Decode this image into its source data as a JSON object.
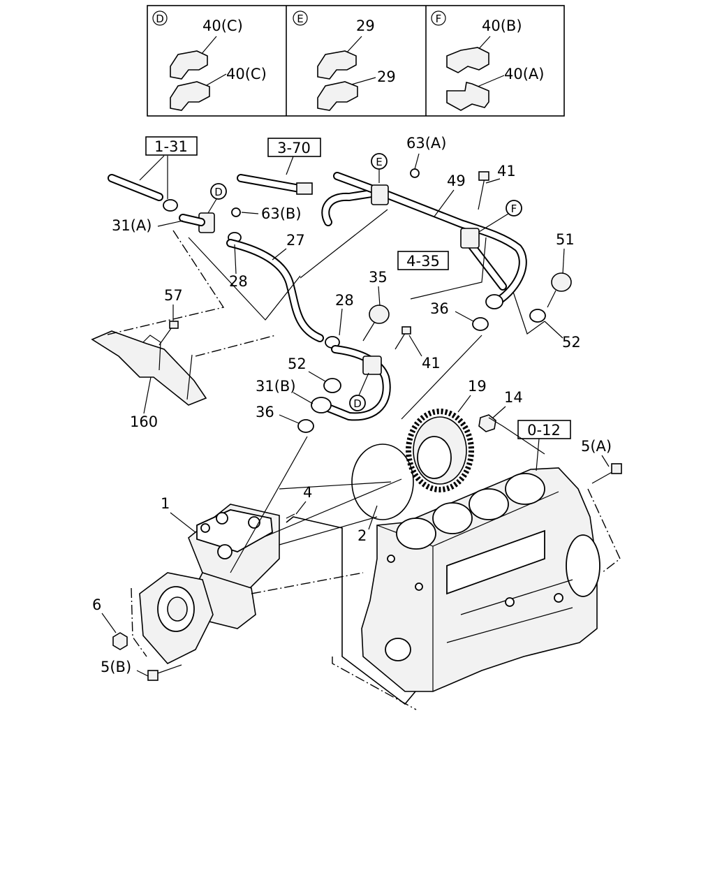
{
  "inset_panels": [
    {
      "letter": "D",
      "labels": [
        "40(C)",
        "40(C)"
      ]
    },
    {
      "letter": "E",
      "labels": [
        "29",
        "29"
      ]
    },
    {
      "letter": "F",
      "labels": [
        "40(B)",
        "40(A)"
      ]
    }
  ],
  "ref_boxes": [
    "1-31",
    "3-70",
    "4-35",
    "0-12"
  ],
  "callouts": {
    "c63A": "63(A)",
    "c49": "49",
    "c41a": "41",
    "c31A": "31(A)",
    "c63B": "63(B)",
    "c27": "27",
    "c28a": "28",
    "c51": "51",
    "c57": "57",
    "c35": "35",
    "c28b": "28",
    "c36a": "36",
    "c52a": "52",
    "c41b": "41",
    "c52b": "52",
    "c31B": "31(B)",
    "c19": "19",
    "c14": "14",
    "c160": "160",
    "c36b": "36",
    "c5A": "5(A)",
    "c1": "1",
    "c4": "4",
    "c2": "2",
    "c6": "6",
    "c5B": "5(B)"
  },
  "circle_markers": {
    "E": "E",
    "D1": "D",
    "F": "F",
    "D2": "D"
  }
}
